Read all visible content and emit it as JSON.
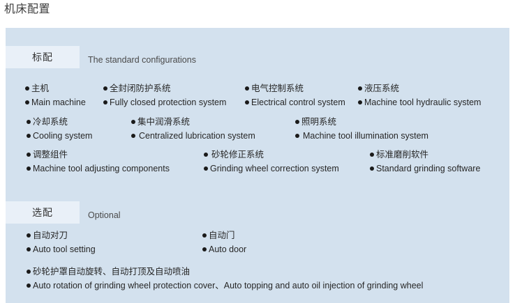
{
  "page": {
    "title": "机床配置",
    "background_color": "#ffffff",
    "panel_color": "#d3e1ee",
    "badge_color": "#e9f0f8",
    "bullet_color": "#1a1a1a"
  },
  "sections": [
    {
      "badge": "标配",
      "subtitle": "The standard configurations",
      "rows": [
        {
          "items": [
            {
              "cn": "主机",
              "en": "Main machine"
            },
            {
              "cn": "全封闭防护系统",
              "en": "Fully closed protection system"
            },
            {
              "cn": "电气控制系统",
              "en": "Electrical control system"
            },
            {
              "cn": "液压系统",
              "en": "Machine tool hydraulic system"
            }
          ]
        },
        {
          "items": [
            {
              "cn": "冷却系统",
              "en": "Cooling system"
            },
            {
              "cn": "集中润滑系统",
              "en": "Centralized lubrication system"
            },
            {
              "cn": "照明系统",
              "en": "Machine tool illumination system"
            }
          ]
        },
        {
          "items": [
            {
              "cn": "调整组件",
              "en": "Machine tool adjusting components"
            },
            {
              "cn": "砂轮修正系统",
              "en": "Grinding wheel correction system"
            },
            {
              "cn": "标准磨削软件",
              "en": "Standard grinding software"
            }
          ]
        }
      ]
    },
    {
      "badge": "选配",
      "subtitle": "Optional",
      "rows": [
        {
          "items": [
            {
              "cn": "自动对刀",
              "en": "Auto tool setting"
            },
            {
              "cn": "自动门",
              "en": "Auto door"
            }
          ]
        },
        {
          "items": [
            {
              "cn": "砂轮护罩自动旋转、自动打顶及自动喷油",
              "en": "Auto rotation of grinding wheel protection cover、Auto topping and auto oil injection of grinding wheel"
            }
          ]
        }
      ]
    }
  ]
}
